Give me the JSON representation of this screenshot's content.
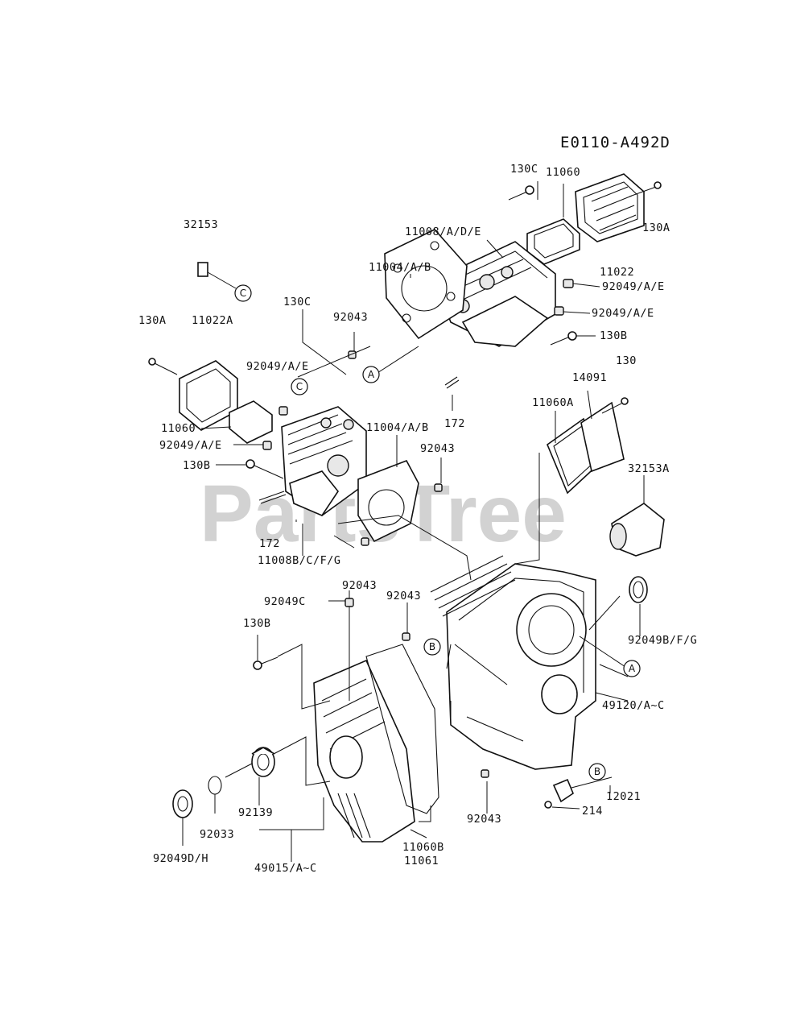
{
  "diagram_code": "E0110-A492D",
  "watermark": "PartsTree",
  "labels": {
    "l_130c_top": "130C",
    "l_11060_top": "11060",
    "l_130a_right": "130A",
    "l_11008_ade": "11008/A/D/E",
    "l_32153": "32153",
    "l_11004_ab_top": "11004/A/B",
    "l_11022": "11022",
    "l_92049_ae_1": "92049/A/E",
    "l_92049_ae_2": "92049/A/E",
    "l_130b_right": "130B",
    "l_130c_mid": "130C",
    "l_92043_top": "92043",
    "l_130a_left": "130A",
    "l_11022a": "11022A",
    "l_92049_ae_left": "92049/A/E",
    "l_130_right": "130",
    "l_14091": "14091",
    "l_172_top": "172",
    "l_11060a": "11060A",
    "l_11060_left": "11060",
    "l_11004_ab_mid": "11004/A/B",
    "l_92049_ae_left2": "92049/A/E",
    "l_92043_mid": "92043",
    "l_130b_left": "130B",
    "l_32153a": "32153A",
    "l_172_bottom": "172",
    "l_11008_bcfg": "11008B/C/F/G",
    "l_92043_c1": "92043",
    "l_92049c": "92049C",
    "l_92043_c2": "92043",
    "l_130b_low": "130B",
    "l_92049_bfg": "92049B/F/G",
    "l_49120": "49120/A~C",
    "l_12021": "12021",
    "l_214": "214",
    "l_92043_bottom": "92043",
    "l_92139": "92139",
    "l_92033": "92033",
    "l_11060b": "11060B",
    "l_11061": "11061",
    "l_92049dh": "92049D/H",
    "l_49015": "49015/A~C"
  },
  "refs": {
    "c_top": "C",
    "c_mid": "C",
    "a_top": "A",
    "a_bottom": "A",
    "b_left": "B",
    "b_bottom": "B"
  }
}
